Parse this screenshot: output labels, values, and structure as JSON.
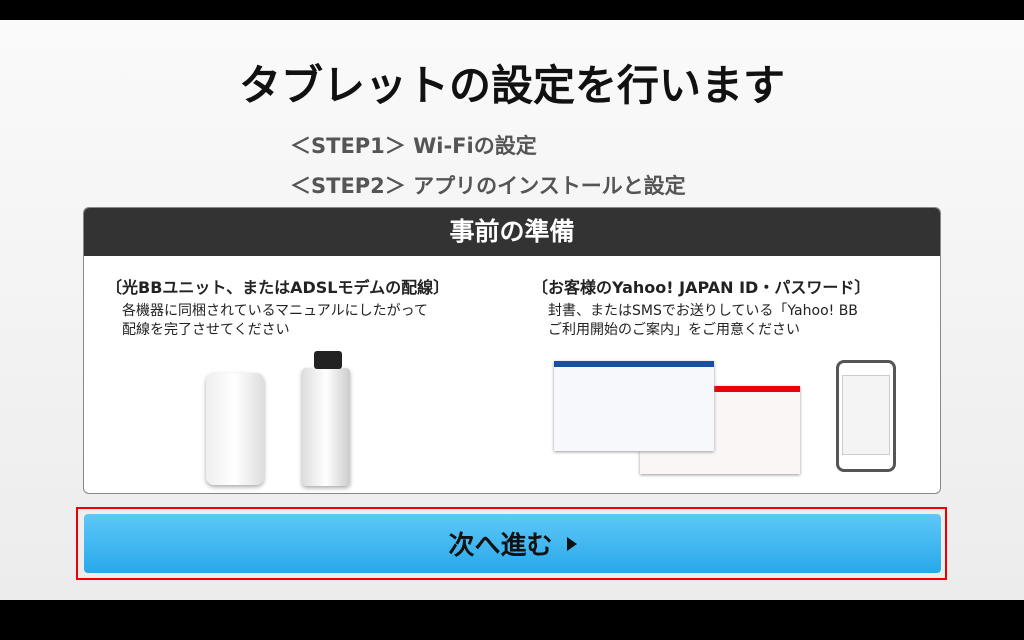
{
  "title": "タブレットの設定を行います",
  "steps": [
    "＜STEP1＞ Wi-Fiの設定",
    "＜STEP2＞ アプリのインストールと設定"
  ],
  "card": {
    "header": "事前の準備",
    "left": {
      "heading": "〔光BBユニット、またはADSLモデムの配線〕",
      "description": "各機器に同梱されているマニュアルにしたがって\n配線を完了させてください"
    },
    "right": {
      "heading": "〔お客様のYahoo! JAPAN ID・パスワード〕",
      "description": "封書、またはSMSでお送りしている「Yahoo! BB\nご利用開始のご案内」をご用意ください"
    }
  },
  "next_button": "次へ進む",
  "colors": {
    "button": "#3ab4ef",
    "header": "#333333",
    "highlight": "#e00000"
  }
}
